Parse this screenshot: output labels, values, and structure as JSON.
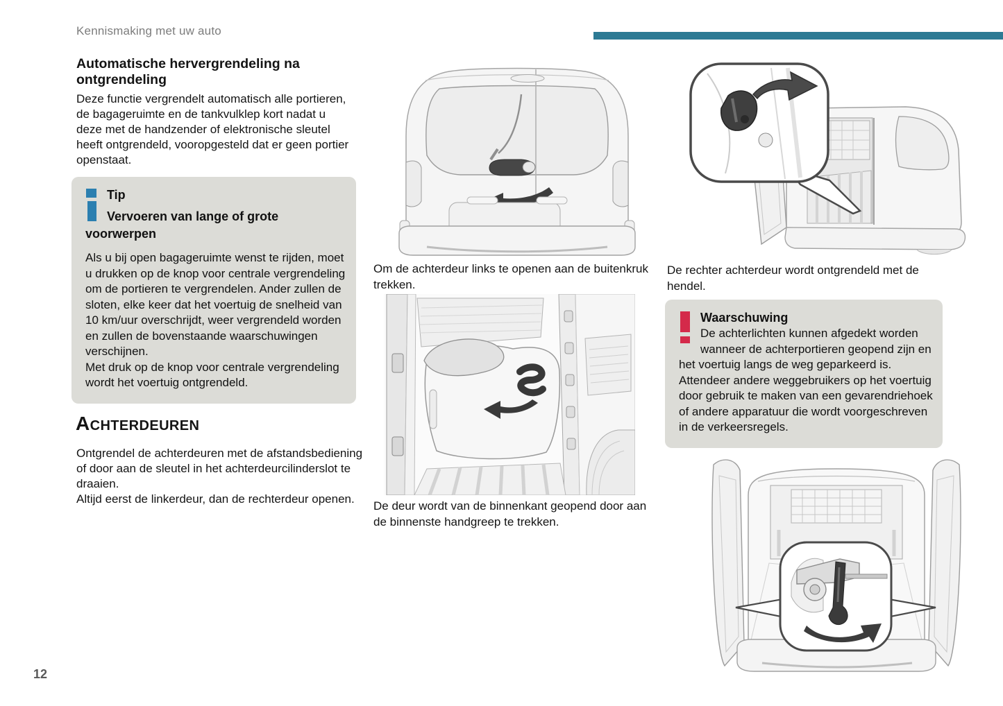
{
  "page": {
    "running_header": "Kennismaking met uw auto",
    "page_number": "12",
    "accent_color": "#2d7a94"
  },
  "left_column": {
    "section1": {
      "heading": "Automatische hervergrendeling na ontgrendeling",
      "body": "Deze functie vergrendelt automatisch alle portieren, de bagageruimte en de tankvulklep kort nadat u deze met de handzender of elektronische sleutel heeft ontgrendeld, vooropgesteld dat er geen portier openstaat."
    },
    "tip_box": {
      "icon": "info-icon",
      "title": "Tip",
      "subtitle": "Vervoeren van lange of grote voorwerpen",
      "body": "Als u bij open bagageruimte wenst te rijden, moet u drukken op de knop voor centrale vergrendeling om de portieren te vergrendelen. Ander zullen de sloten, elke keer dat het voertuig de snelheid van 10 km/uur overschrijdt, weer vergrendeld worden en zullen de bovenstaande waarschuwingen verschijnen.",
      "body2": "Met druk op de knop voor centrale vergrendeling wordt het voertuig ontgrendeld."
    },
    "section2": {
      "heading": "Achterdeuren",
      "body": "Ontgrendel de achterdeuren met de afstandsbediening of door aan de sleutel in het achterdeurcilinderslot te draaien.",
      "body2": "Altijd eerst de linkerdeur, dan de rechterdeur openen."
    }
  },
  "middle_column": {
    "figure1_caption": "Om de achterdeur links te openen aan de buitenkruk trekken.",
    "figure2_caption": "De deur wordt van de binnenkant geopend door aan de binnenste handgreep te trekken."
  },
  "right_column": {
    "figure3_caption": "De rechter achterdeur wordt ontgrendeld met de hendel.",
    "warning_box": {
      "icon": "warning-icon",
      "title": "Waarschuwing",
      "body": "De achterlichten kunnen afgedekt worden wanneer de achterportieren geopend zijn en het voertuig langs de weg geparkeerd is. Attendeer andere weggebruikers op het voertuig door gebruik te maken van een gevarendriehoek of andere apparatuur die wordt voorgeschreven in de verkeersregels."
    }
  }
}
